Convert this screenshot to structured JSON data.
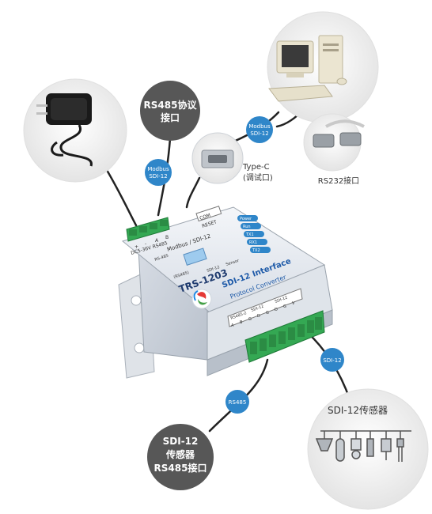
{
  "callouts": {
    "rs485_port": {
      "line1": "RS485协议",
      "line2": "接口"
    },
    "rs232_port": "RS232接口",
    "typec": {
      "line1": "Type-C",
      "line2": "(调试口)"
    },
    "sdi12_sensor": "SDI-12传感器",
    "sdi12_rs485": {
      "line1": "SDI-12",
      "line2": "传感器",
      "line3": "RS485接口"
    }
  },
  "badges": {
    "top_left": {
      "line1": "Modbus",
      "line2": "SDI-12"
    },
    "top_mid": {
      "line1": "Modbus",
      "line2": "SDI-12"
    },
    "bottom_rs485": "RS485",
    "bottom_sdi12": "SDI-12"
  },
  "device": {
    "model": "TRS-1203",
    "title1": "SDI-12 Interface",
    "title2": "Protocol Converter",
    "top_terminal_label": "DC5-36V  RS485",
    "top_terminal_pins": [
      "+",
      "-",
      "A",
      "B"
    ],
    "bottom_groups": [
      "RS485-2",
      "SDI-12",
      "SDI-12"
    ],
    "bottom_pins": [
      "A",
      "B",
      "G",
      "D",
      "G",
      "D",
      "G",
      "V"
    ],
    "com_label": "COM",
    "reset_label": "RESET",
    "bus_label": "Modbus / SDI-12",
    "rs485_label": "RS-485",
    "sdi_label": "SDI-12",
    "sensor_label": "Sensor",
    "rs485_sensor_label": "(RS485)",
    "leds": [
      "Power",
      "Run",
      "TX1",
      "RX1",
      "TX2"
    ]
  },
  "colors": {
    "badge_blue": "#2f86c9",
    "dark_circle": "#575757",
    "terminal_green": "#34a853",
    "device_body": "#e9edf3",
    "label_blue": "#1e5aa8"
  }
}
